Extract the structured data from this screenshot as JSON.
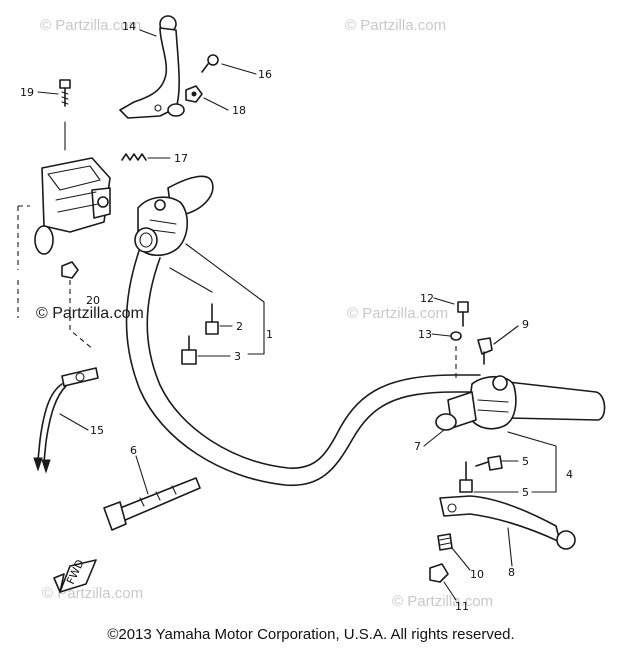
{
  "watermarks": {
    "top_left": "© Partzilla.com",
    "top_right": "© Partzilla.com",
    "mid_left": "© Partzilla.com",
    "mid_right": "© Partzilla.com",
    "bottom_left": "© Partzilla.com",
    "bottom_right": "© Partzilla.com"
  },
  "callouts": {
    "c14": "14",
    "c16": "16",
    "c19": "19",
    "c18": "18",
    "c17": "17",
    "c20": "20",
    "c2": "2",
    "c1": "1",
    "c3": "3",
    "c15": "15",
    "c6": "6",
    "c12": "12",
    "c13": "13",
    "c9": "9",
    "c7": "7",
    "c5a": "5",
    "c4": "4",
    "c5b": "5",
    "c8": "8",
    "c10": "10",
    "c11": "11"
  },
  "fwd_label": "FWD",
  "copyright": "©2013  Yamaha Motor Corporation, U.S.A. All rights reserved."
}
